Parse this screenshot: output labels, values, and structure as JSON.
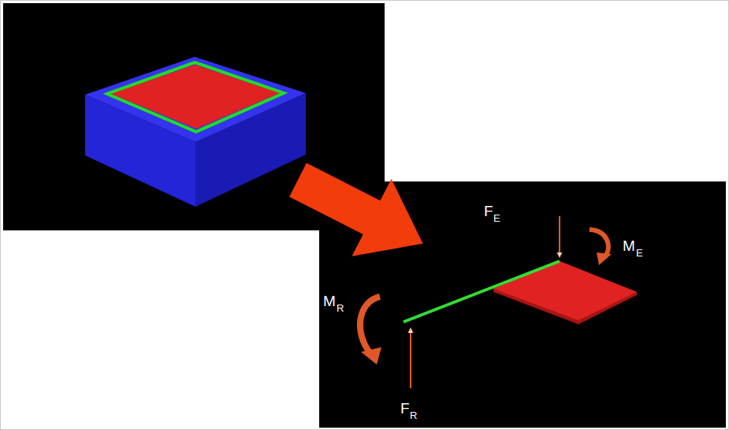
{
  "diagram": {
    "labels": [
      "F",
      "E",
      "M",
      "E",
      "M",
      "R",
      "F",
      "R"
    ]
  }
}
